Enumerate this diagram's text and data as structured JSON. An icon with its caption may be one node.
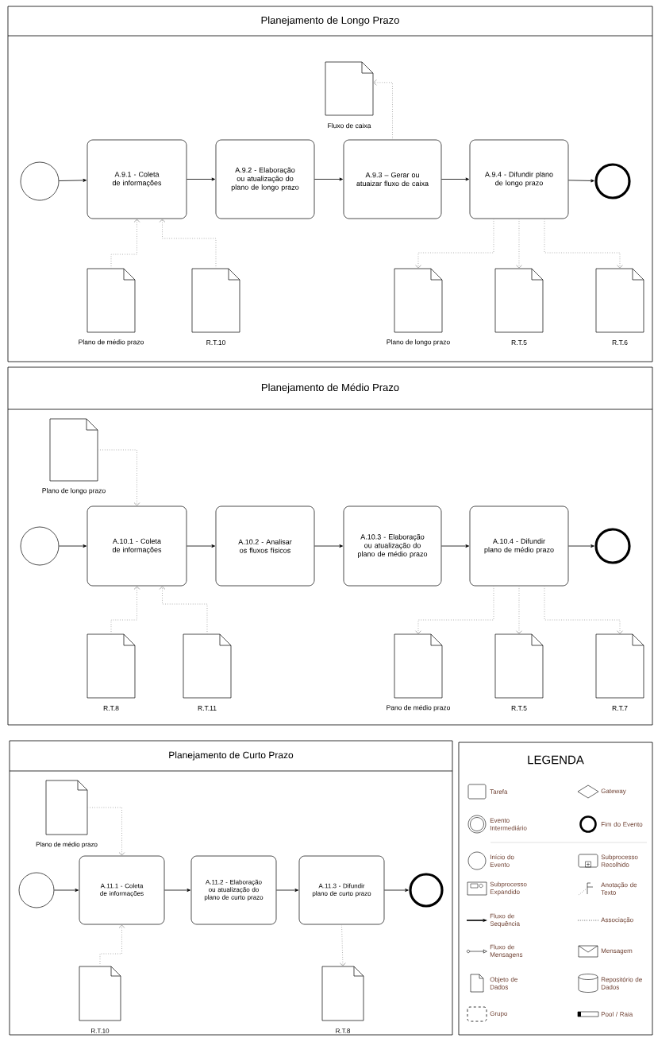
{
  "diagram": {
    "nodes": [
      {
        "text": [
          "Planejamento de Longo Prazo"
        ]
      },
      {
        "text": [],
        "shape": "circle",
        "in": 0
      },
      {
        "text": [
          "A.9.1 - Coleta de informações"
        ],
        "in": 0
      },
      {
        "text": [
          "A.9.2 - Elaboração ou atualização do plano de longo prazo"
        ],
        "in": 0
      },
      {
        "text": [
          "A.9.3 – Gerar ou atuaizar fluxo de caixa"
        ],
        "in": 0
      },
      {
        "text": [
          "A.9.4 - Difundir plano de longo prazo"
        ],
        "in": 0
      },
      {
        "text": [],
        "shape": "circle",
        "in": 0
      },
      {
        "text": [
          "Fluxo de caixa"
        ],
        "in": 0
      },
      {
        "text": [
          "Plano de médio prazo"
        ],
        "in": 0
      },
      {
        "text": [
          "R.T.10"
        ],
        "in": 0
      },
      {
        "text": [
          "Plano de longo prazo"
        ],
        "in": 0
      },
      {
        "text": [
          "R.T.5"
        ],
        "in": 0
      },
      {
        "text": [
          "R.T.6"
        ],
        "in": 0
      },
      {
        "text": [
          "Planejamento de Médio Prazo"
        ]
      },
      {
        "text": [],
        "shape": "circle",
        "in": 13
      },
      {
        "text": [
          "A.10.1 - Coleta de informações"
        ],
        "in": 13
      },
      {
        "text": [
          "A.10.2 - Analisar os fluxos físicos"
        ],
        "in": 13
      },
      {
        "text": [
          "A.10.3 - Elaboração ou atualização do plano de médio prazo"
        ],
        "in": 13
      },
      {
        "text": [
          "A.10.4 - Difundir plano de médio prazo"
        ],
        "in": 13
      },
      {
        "text": [],
        "shape": "circle",
        "in": 13
      },
      {
        "text": [
          "Plano de longo prazo"
        ],
        "in": 13
      },
      {
        "text": [
          "R.T.8"
        ],
        "in": 13
      },
      {
        "text": [
          "R.T.11"
        ],
        "in": 13
      },
      {
        "text": [
          "Pano de médio prazo"
        ],
        "in": 13
      },
      {
        "text": [
          "R.T.5"
        ],
        "in": 13
      },
      {
        "text": [
          "R.T.7"
        ],
        "in": 13
      },
      {
        "text": [
          "Planejamento de Curto Prazo"
        ]
      },
      {
        "text": [],
        "shape": "circle",
        "in": 26
      },
      {
        "text": [
          "A.11.1 - Coleta de informações"
        ],
        "in": 26
      },
      {
        "text": [
          "A.11.2 - Elaboração ou atualização do plano de curto prazo"
        ],
        "in": 26
      },
      {
        "text": [
          "A.11.3 - Difundir plano de curto prazo"
        ],
        "in": 26
      },
      {
        "text": [],
        "shape": "circle",
        "in": 26
      },
      {
        "text": [
          "Plano de médio prazo"
        ],
        "in": 26
      },
      {
        "text": [
          "R.T.10"
        ],
        "in": 26
      },
      {
        "text": [
          "R.T.8"
        ],
        "in": 26
      }
    ],
    "edges": [
      {
        "from": 1,
        "to": 2,
        "arrow": "to",
        "color": "#000000"
      },
      {
        "from": 2,
        "to": 3,
        "arrow": "to",
        "color": "#000000"
      },
      {
        "from": 3,
        "to": 4,
        "arrow": "to",
        "color": "#000000"
      },
      {
        "from": 4,
        "to": 5,
        "arrow": "to",
        "color": "#000000"
      },
      {
        "from": 5,
        "to": 6,
        "arrow": "to",
        "color": "#000000"
      },
      {
        "from": 4,
        "to": 7,
        "arrow": "to",
        "style": "dashed",
        "color": "#a0a0a0"
      },
      {
        "from": 8,
        "to": 2,
        "arrow": "to",
        "style": "dashed",
        "color": "#a0a0a0"
      },
      {
        "from": 9,
        "to": 2,
        "arrow": "to",
        "style": "dashed",
        "color": "#a0a0a0"
      },
      {
        "from": 5,
        "to": 10,
        "arrow": "to",
        "style": "dashed",
        "color": "#a0a0a0"
      },
      {
        "from": 5,
        "to": 11,
        "arrow": "to",
        "style": "dashed",
        "color": "#a0a0a0"
      },
      {
        "from": 5,
        "to": 12,
        "arrow": "to",
        "style": "dashed",
        "color": "#a0a0a0"
      },
      {
        "from": 14,
        "to": 15,
        "arrow": "to",
        "color": "#000000"
      },
      {
        "from": 15,
        "to": 16,
        "arrow": "to",
        "color": "#000000"
      },
      {
        "from": 16,
        "to": 17,
        "arrow": "to",
        "color": "#000000"
      },
      {
        "from": 17,
        "to": 18,
        "arrow": "to",
        "color": "#000000"
      },
      {
        "from": 18,
        "to": 19,
        "arrow": "to",
        "color": "#000000"
      },
      {
        "from": 20,
        "to": 15,
        "arrow": "to",
        "style": "dashed",
        "color": "#a0a0a0"
      },
      {
        "from": 21,
        "to": 15,
        "arrow": "to",
        "style": "dashed",
        "color": "#a0a0a0"
      },
      {
        "from": 22,
        "to": 15,
        "arrow": "to",
        "style": "dashed",
        "color": "#a0a0a0"
      },
      {
        "from": 18,
        "to": 23,
        "arrow": "to",
        "style": "dashed",
        "color": "#a0a0a0"
      },
      {
        "from": 18,
        "to": 24,
        "arrow": "to",
        "style": "dashed",
        "color": "#a0a0a0"
      },
      {
        "from": 18,
        "to": 25,
        "arrow": "to",
        "style": "dashed",
        "color": "#a0a0a0"
      },
      {
        "from": 27,
        "to": 28,
        "arrow": "to",
        "color": "#000000"
      },
      {
        "from": 28,
        "to": 29,
        "arrow": "to",
        "color": "#000000"
      },
      {
        "from": 29,
        "to": 30,
        "arrow": "to",
        "color": "#000000"
      },
      {
        "from": 30,
        "to": 31,
        "arrow": "to",
        "color": "#000000"
      },
      {
        "from": 32,
        "to": 28,
        "arrow": "to",
        "style": "dashed",
        "color": "#a0a0a0"
      },
      {
        "from": 33,
        "to": 28,
        "arrow": "to",
        "style": "dashed",
        "color": "#a0a0a0"
      },
      {
        "from": 30,
        "to": 34,
        "arrow": "to",
        "style": "dashed",
        "color": "#a0a0a0"
      }
    ],
    "labels": [
      "LEGENDA"
    ],
    "legend": [
      {
        "text": "Tarefa"
      },
      {
        "text": "Gateway"
      },
      {
        "text": "Evento Intermediário"
      },
      {
        "text": "Fim do Evento"
      },
      {
        "text": "Início do Evento"
      },
      {
        "text": "Subprocesso Recolhido"
      },
      {
        "text": "Subprocesso Expandido"
      },
      {
        "text": "Anotação de Texto"
      },
      {
        "text": "Fluxo de Sequência"
      },
      {
        "text": "Associação"
      },
      {
        "text": "Fluxo de Mensagens"
      },
      {
        "text": "Mensagem"
      },
      {
        "text": "Objeto de Dados"
      },
      {
        "text": "Repositório de Dados"
      },
      {
        "text": "Grupo"
      },
      {
        "text": "Pool / Raia"
      }
    ]
  }
}
